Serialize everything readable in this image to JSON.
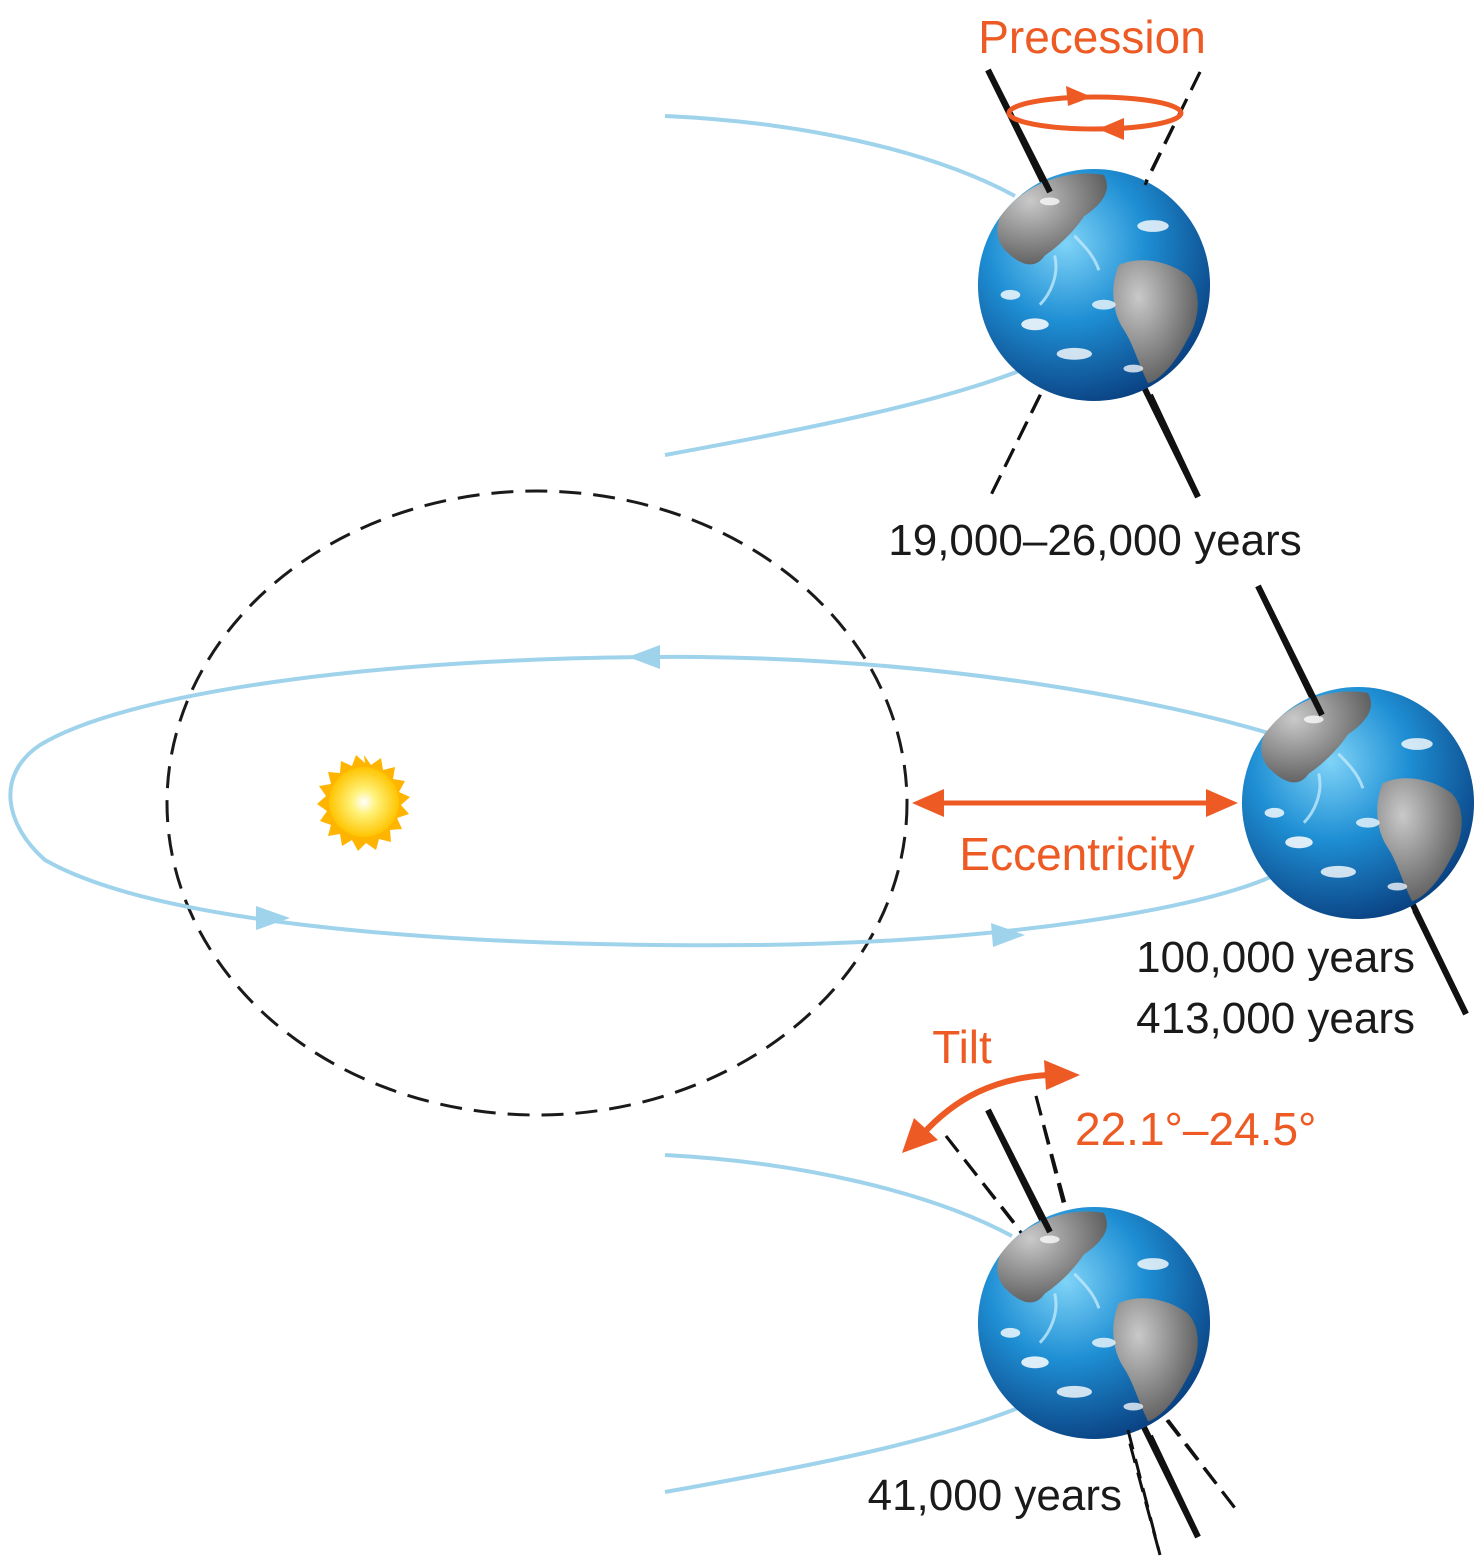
{
  "labels": {
    "precession": "Precession",
    "precession_period": "19,000–26,000 years",
    "eccentricity": "Eccentricity",
    "eccentricity_period_1": "100,000 years",
    "eccentricity_period_2": "413,000 years",
    "tilt": "Tilt",
    "tilt_range": "22.1°–24.5°",
    "tilt_period": "41,000 years"
  },
  "colors": {
    "orbit": "#9fd3ec",
    "accent": "#ee5a24",
    "axis": "#111111",
    "ocean": "#1d7fc4",
    "land": "#7d7d7d",
    "sun": "#ffd21f"
  }
}
